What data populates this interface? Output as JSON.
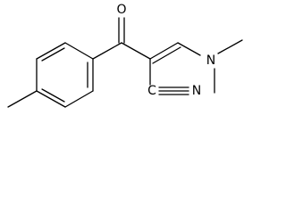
{
  "molecule": {
    "atoms": {
      "oxygen": "O",
      "nitrogen_amine": "N",
      "nitrogen_nitrile": "N",
      "nitrile_carbon": "C"
    },
    "colors": {
      "bond": "#000000",
      "label": "#000000",
      "background": "#ffffff"
    }
  }
}
